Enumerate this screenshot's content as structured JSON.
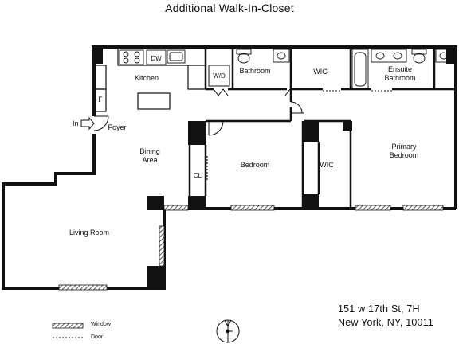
{
  "title": "Additional Walk-In-Closet",
  "rooms": {
    "kitchen": "Kitchen",
    "dishwasher": "DW",
    "washer_dryer": "W/D",
    "fridge": "F",
    "bathroom": "Bathroom",
    "wic_top": "WIC",
    "ensuite_line1": "Ensuite",
    "ensuite_line2": "Bathroom",
    "entry": "In",
    "foyer": "Foyer",
    "dining_line1": "Dining",
    "dining_line2": "Area",
    "closet": "CL",
    "bedroom": "Bedroom",
    "wic_mid": "WIC",
    "primary_line1": "Primary",
    "primary_line2": "Bedroom",
    "living": "Living Room"
  },
  "address": {
    "line1": "151 w 17th St, 7H",
    "line2": "New York, NY, 10011"
  },
  "legend": {
    "window": "Window",
    "door": "Door"
  },
  "icons": {
    "compass": "compass-icon",
    "entry_arrow": "entry-arrow-icon",
    "window_symbol": "window-hatch-icon",
    "door_symbol": "door-dash-icon"
  }
}
